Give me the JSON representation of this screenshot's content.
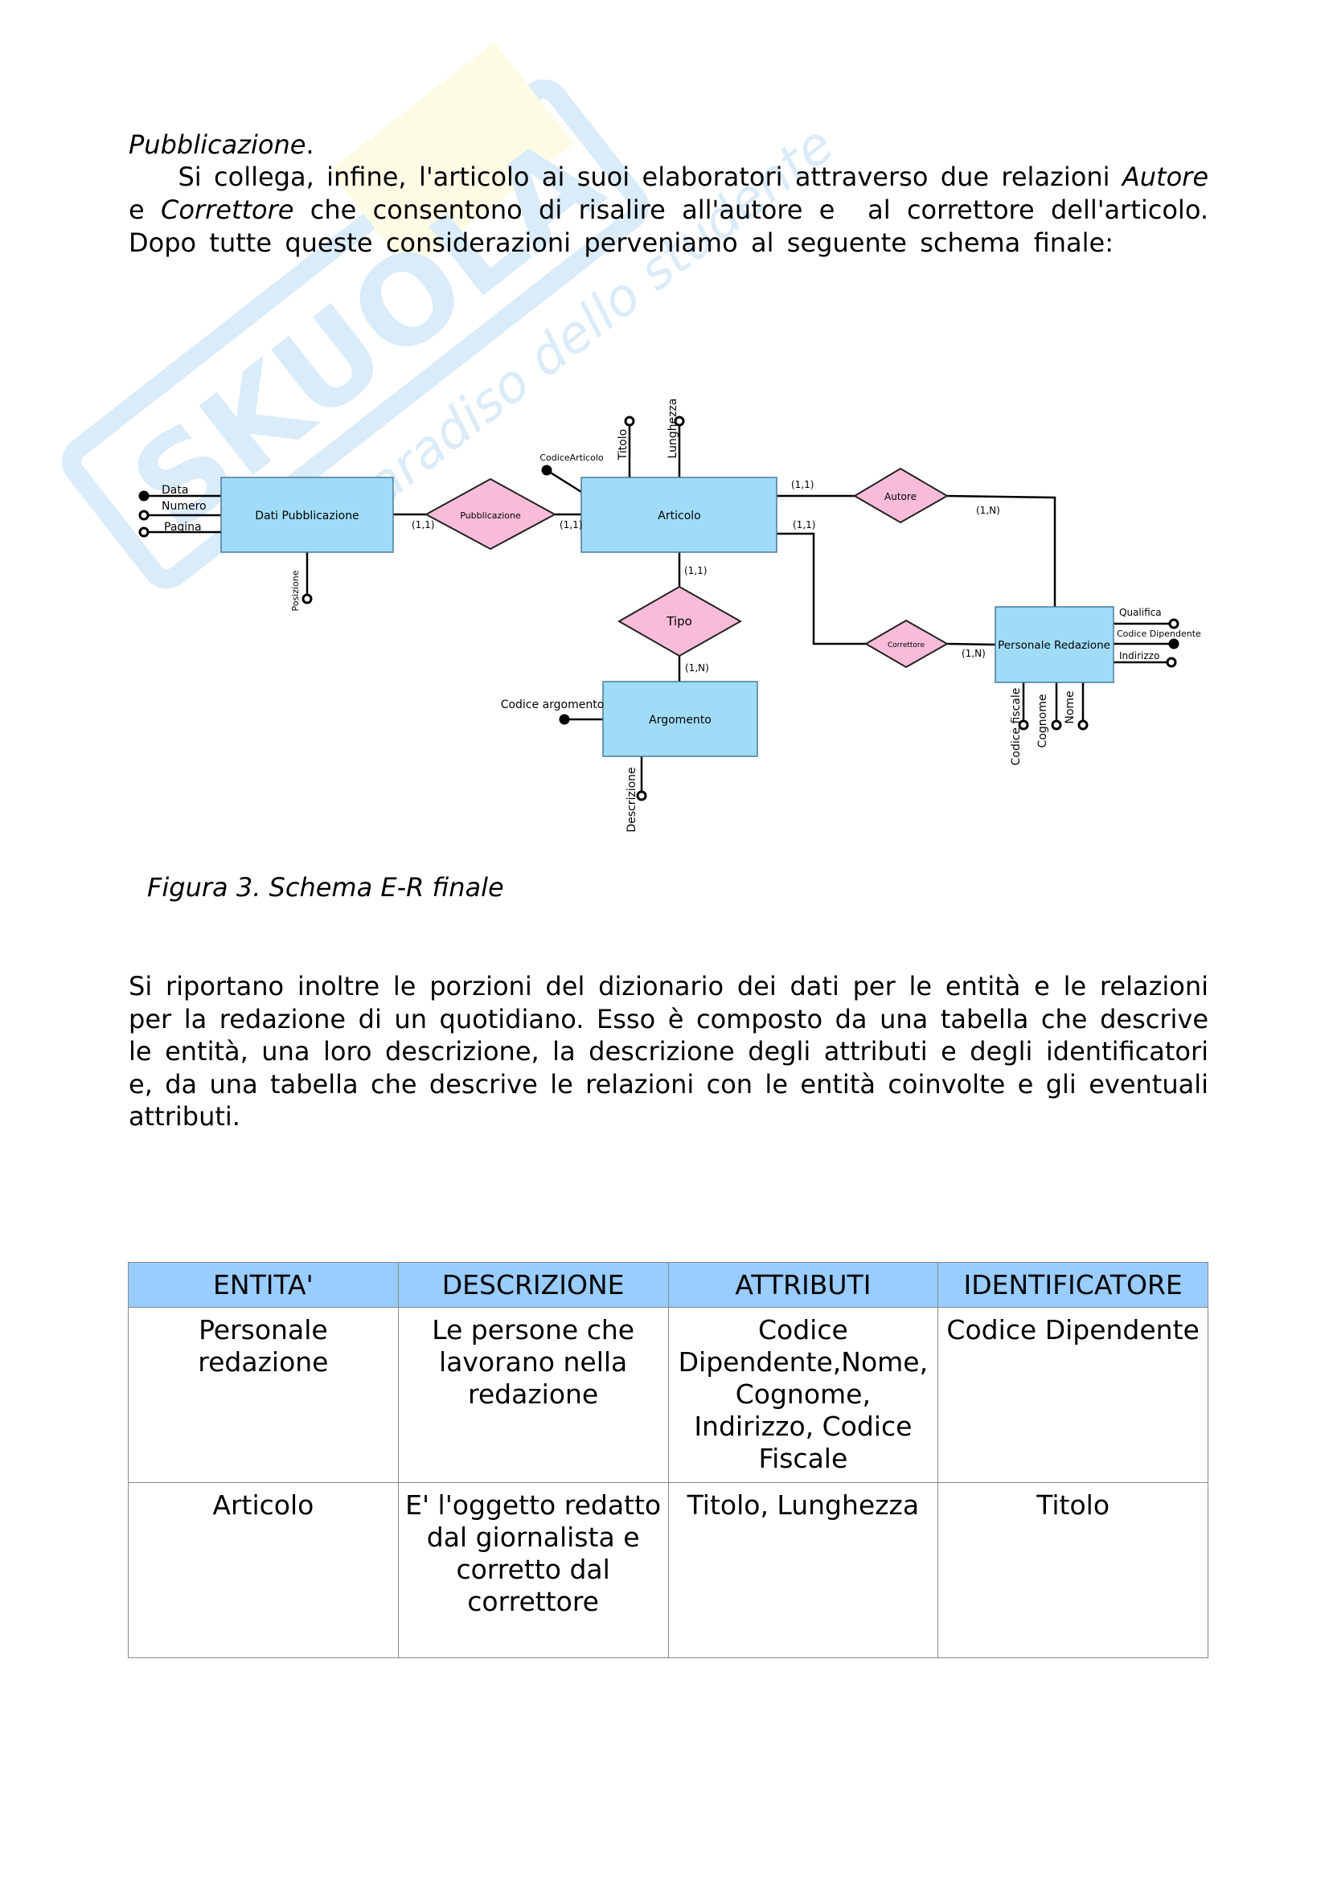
{
  "watermark": {
    "brand": "SKUOLA.net",
    "tagline": "il paradiso dello studente"
  },
  "text_lines": [
    [
      {
        "t": "Pubblicazione",
        "i": true
      },
      {
        "t": ".",
        "i": false
      }
    ],
    [
      {
        "t": "    Si collega, infine, l'articolo ai suoi elaboratori attraverso due relazioni ",
        "i": false
      },
      {
        "t": "Autore",
        "i": true
      }
    ],
    [
      {
        "t": "e ",
        "i": false
      },
      {
        "t": "Correttore",
        "i": true
      },
      {
        "t": " che consentono di risalire all'autore e  al correttore dell'articolo.",
        "i": false
      }
    ],
    [
      {
        "t": "Dopo tutte queste considerazioni perveniamo al seguente schema finale:",
        "i": false
      }
    ]
  ],
  "diagram": {
    "entities": {
      "dati_pubblicazione": "Dati Pubblicazione",
      "articolo": "Articolo",
      "argomento": "Argomento",
      "personale_redazione": "Personale Redazione"
    },
    "relations": {
      "pubblicazione": "Pubblicazione",
      "autore": "Autore",
      "correttore": "Correttore",
      "tipo": "Tipo"
    },
    "attributes": {
      "data": "Data",
      "numero": "Numero",
      "pagina": "Pagina",
      "posizione": "Posizione",
      "codice_articolo": "CodiceArticolo",
      "titolo": "Titolo",
      "lunghezza": "Lunghezza",
      "codice_argomento": "Codice argomento",
      "descrizione": "Descrizione",
      "qualifica": "Qualifica",
      "codice_dipendente": "Codice Dipendente",
      "indirizzo": "Indirizzo",
      "codice_fiscale": "Codice  fiscale",
      "cognome": "Cognome",
      "nome": "Nome"
    },
    "cardinalities": {
      "dp_pub": "(1,1)",
      "art_pub": "(1,1)",
      "art_autore": "(1,1)",
      "pers_autore": "(1,N)",
      "art_corr": "(1,1)",
      "pers_corr": "(1,N)",
      "art_tipo": "(1,1)",
      "arg_tipo": "(1,N)"
    },
    "colors": {
      "entity": "#a0dcf8",
      "relation": "#f8bcd8"
    }
  },
  "caption": "Figura 3. Schema E-R finale",
  "paragraph_lines": [
    "Si riportano inoltre le porzioni del dizionario dei dati per le entità e le relazioni",
    "per la redazione di un quotidiano. Esso è composto da una tabella che descrive",
    "le entità, una loro descrizione, la descrizione degli attributi e degli identificatori",
    "e, da una tabella che descrive le relazioni con le entità coinvolte e gli eventuali",
    "attributi."
  ],
  "table": {
    "headers": [
      "ENTITA'",
      "DESCRIZIONE",
      "ATTRIBUTI",
      "IDENTIFICATORE"
    ],
    "rows": [
      [
        "Personale redazione",
        "Le persone che lavorano nella redazione",
        "Codice Dipendente,Nome, Cognome, Indirizzo, Codice Fiscale",
        "Codice Dipendente"
      ],
      [
        "Articolo",
        "E' l'oggetto redatto dal giornalista e corretto dal correttore",
        "Titolo,  Lunghezza",
        "Titolo"
      ]
    ]
  }
}
